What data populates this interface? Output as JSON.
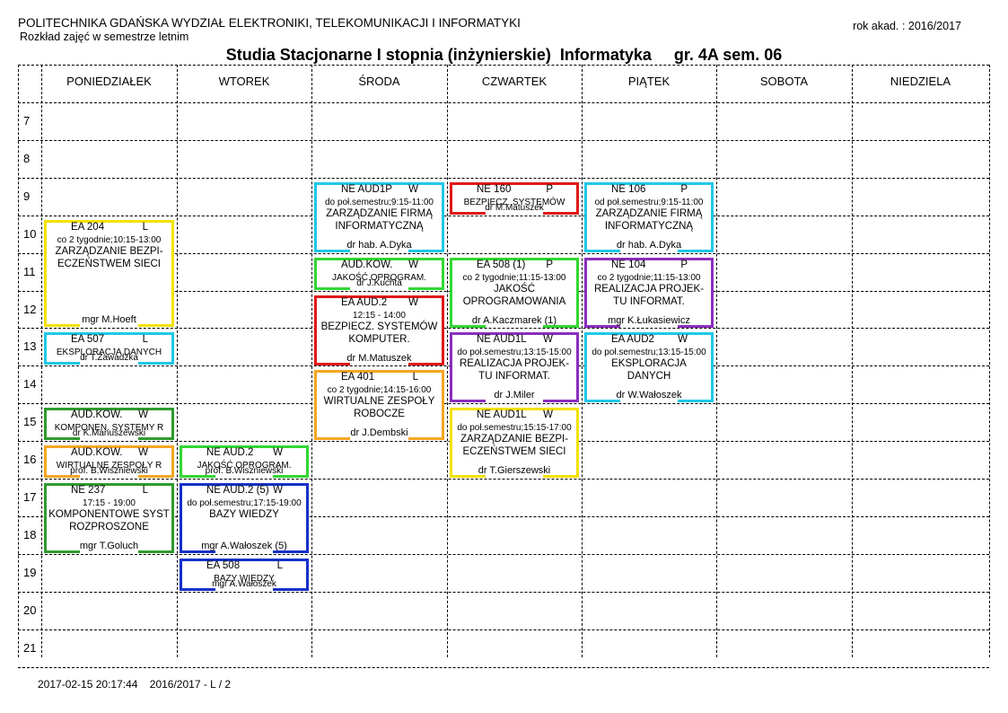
{
  "header": {
    "university": "POLITECHNIKA GDAŃSKA WYDZIAŁ ELEKTRONIKI, TELEKOMUNIKACJI I INFORMATYKI",
    "subtitle": "Rozkład zajęć w semestrze letnim",
    "academic_year": "rok akad. : 2016/2017",
    "title": "Studia Stacjonarne I stopnia (inżynierskie)  Informatyka     gr. 4A sem. 06"
  },
  "days": [
    "PONIEDZIAŁEK",
    "WTOREK",
    "ŚRODA",
    "CZWARTEK",
    "PIĄTEK",
    "SOBOTA",
    "NIEDZIELA"
  ],
  "hours": [
    "7",
    "8",
    "9",
    "10",
    "11",
    "12",
    "13",
    "14",
    "15",
    "16",
    "17",
    "18",
    "19",
    "20",
    "21"
  ],
  "footer": "2017-02-15 20:17:44    2016/2017 - L / 2",
  "classes": [
    {
      "day": 0,
      "start": 10,
      "end": 12.85,
      "color": "#f2e100",
      "room": "EA 204",
      "type": "L",
      "info": "co 2 tygodnie;10:15-13:00",
      "subject": "ZARZĄDZANIE BEZPI-\nECZEŃSTWEM SIECI",
      "lecturer": "mgr M.Hoeft"
    },
    {
      "day": 0,
      "start": 13,
      "end": 13.85,
      "color": "#1ec8e8",
      "room": "EA 507",
      "type": "L",
      "info": "",
      "subject": "EKSPLORACJA DANYCH",
      "lecturer": "dr T.Zawadzka",
      "small": true
    },
    {
      "day": 0,
      "start": 15,
      "end": 15.85,
      "color": "#2e9a2e",
      "room": "AUD.KOW.",
      "type": "W",
      "info": "",
      "subject": "KOMPONEN. SYSTEMY R",
      "lecturer": "dr K.Manuszewski",
      "small": true
    },
    {
      "day": 0,
      "start": 16,
      "end": 16.85,
      "color": "#f5a623",
      "room": "AUD.KOW.",
      "type": "W",
      "info": "",
      "subject": "WIRTUALNE ZESPOŁY R",
      "lecturer": "prof. B.Wiszniewski",
      "small": true
    },
    {
      "day": 0,
      "start": 17,
      "end": 18.85,
      "color": "#2e9a2e",
      "room": "NE 237",
      "type": "L",
      "info": "17:15 - 19:00",
      "subject": "KOMPONENTOWE SYST\nROZPROSZONE",
      "lecturer": "mgr T.Goluch"
    },
    {
      "day": 1,
      "start": 16,
      "end": 16.85,
      "color": "#33d633",
      "room": "NE AUD.2",
      "type": "W",
      "info": "",
      "subject": "JAKOŚĆ OPROGRAM.",
      "lecturer": "prof. B.Wiszniewski",
      "small": true
    },
    {
      "day": 1,
      "start": 17,
      "end": 18.85,
      "color": "#1630c8",
      "room": "NE AUD.2     (5)",
      "type": "W",
      "info": "do poł.semestru;17:15-19:00",
      "subject": "BAZY WIEDZY",
      "lecturer": "mgr A.Wałoszek (5)"
    },
    {
      "day": 1,
      "start": 19,
      "end": 19.85,
      "color": "#1630c8",
      "room": "EA 508",
      "type": "L",
      "info": "",
      "subject": "BAZY WIEDZY",
      "lecturer": "mgr A.Wałoszek",
      "small": true
    },
    {
      "day": 2,
      "start": 9,
      "end": 10.85,
      "color": "#1ec8e8",
      "room": "NE AUD1P",
      "type": "W",
      "info": "do poł.semestru;9:15-11:00",
      "subject": "ZARZĄDZANIE FIRMĄ\nINFORMATYCZNĄ",
      "lecturer": "dr hab. A.Dyka"
    },
    {
      "day": 2,
      "start": 11,
      "end": 11.85,
      "color": "#33d633",
      "room": "AUD.KOW.",
      "type": "W",
      "info": "",
      "subject": "JAKOŚĆ OPROGRAM.",
      "lecturer": "dr J.Kuchta",
      "small": true
    },
    {
      "day": 2,
      "start": 12,
      "end": 13.85,
      "color": "#e01818",
      "room": "EA AUD.2",
      "type": "W",
      "info": "12:15 - 14:00",
      "subject": "BEZPIECZ. SYSTEMÓW\nKOMPUTER.",
      "lecturer": "dr M.Matuszek"
    },
    {
      "day": 2,
      "start": 14,
      "end": 15.85,
      "color": "#f5a623",
      "room": "EA 401",
      "type": "L",
      "info": "co 2 tygodnie;14:15-16:00",
      "subject": "WIRTUALNE ZESPOŁY\nROBOCZE",
      "lecturer": "dr J.Dembski"
    },
    {
      "day": 3,
      "start": 9,
      "end": 9.85,
      "color": "#e01818",
      "room": "NE 160",
      "type": "P",
      "info": "",
      "subject": "BEZPIECZ. SYSTEMÓW",
      "lecturer": "dr M.Matuszek",
      "small": true
    },
    {
      "day": 3,
      "start": 11,
      "end": 12.85,
      "color": "#33d633",
      "room": "EA 508     (1)",
      "type": "P",
      "info": "co 2 tygodnie;11:15-13:00",
      "subject": "JAKOŚĆ\nOPROGRAMOWANIA",
      "lecturer": "dr A.Kaczmarek (1)"
    },
    {
      "day": 3,
      "start": 13,
      "end": 14.85,
      "color": "#8a2ebd",
      "room": "NE AUD1L",
      "type": "W",
      "info": "do poł.semestru;13:15-15:00",
      "subject": "REALIZACJA PROJEK-\nTU INFORMAT.",
      "lecturer": "dr J.Miler"
    },
    {
      "day": 3,
      "start": 15,
      "end": 16.85,
      "color": "#f2e100",
      "room": "NE AUD1L",
      "type": "W",
      "info": "do poł.semestru;15:15-17:00",
      "subject": "ZARZĄDZANIE BEZPI-\nECZEŃSTWEM SIECI",
      "lecturer": "dr T.Gierszewski"
    },
    {
      "day": 4,
      "start": 9,
      "end": 10.85,
      "color": "#1ec8e8",
      "room": "NE 106",
      "type": "P",
      "info": "od poł.semestru;9:15-11:00",
      "subject": "ZARZĄDZANIE FIRMĄ\nINFORMATYCZNĄ",
      "lecturer": "dr hab. A.Dyka"
    },
    {
      "day": 4,
      "start": 11,
      "end": 12.85,
      "color": "#8a2ebd",
      "room": "NE 104",
      "type": "P",
      "info": "co 2 tygodnie;11:15-13:00",
      "subject": "REALIZACJA PROJEK-\nTU INFORMAT.",
      "lecturer": "mgr K.Łukasiewicz"
    },
    {
      "day": 4,
      "start": 13,
      "end": 14.85,
      "color": "#1ec8e8",
      "room": "EA AUD2",
      "type": "W",
      "info": "do poł.semestru;13:15-15:00",
      "subject": "EKSPLORACJA\nDANYCH",
      "lecturer": "dr W.Wałoszek"
    }
  ]
}
